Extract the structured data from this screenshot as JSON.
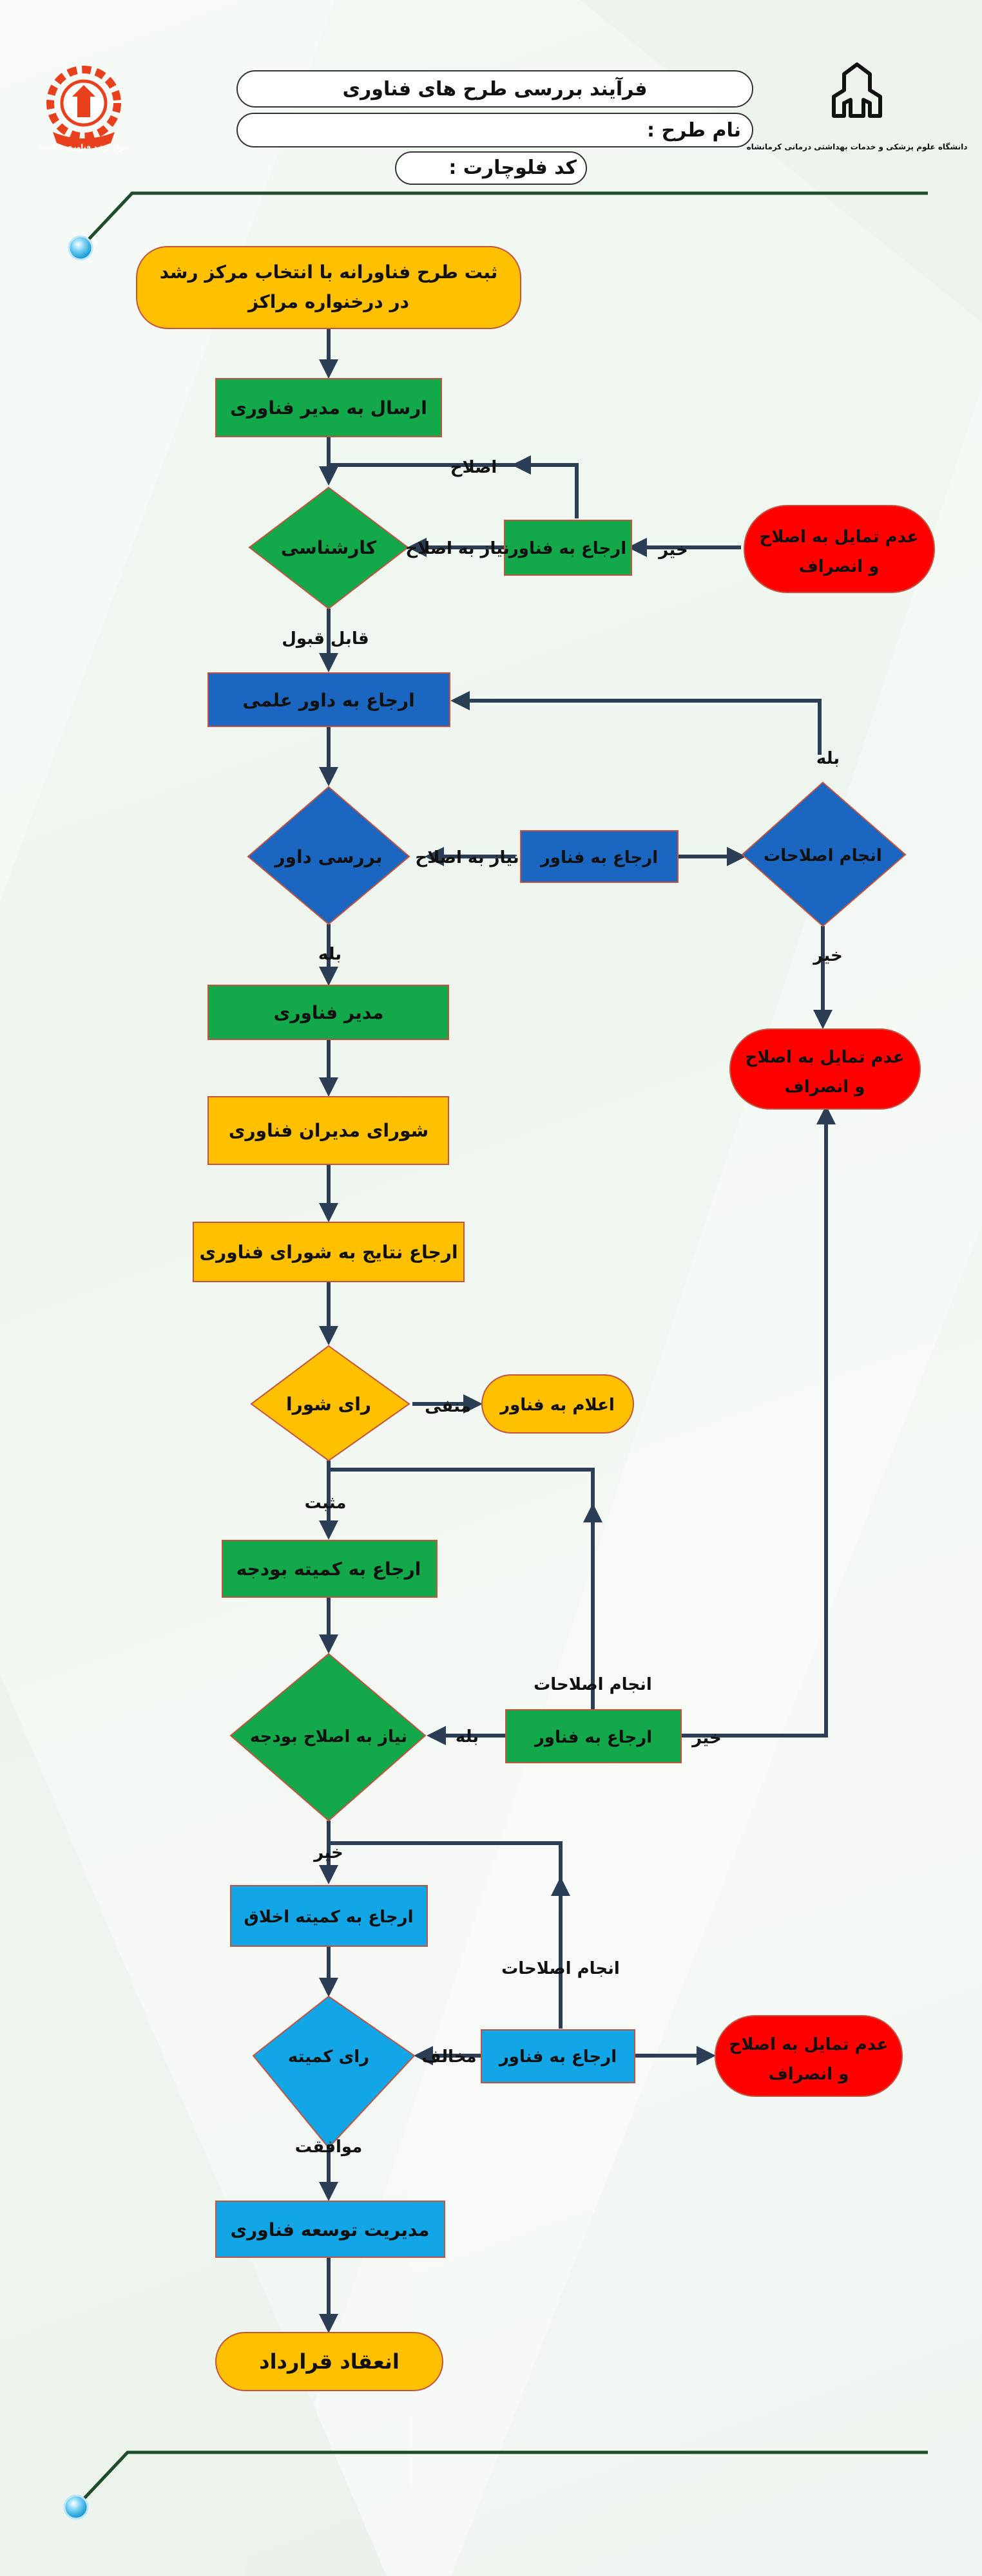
{
  "header": {
    "title": "فرآیند بررسی طرح های فناوری",
    "plan_name_label": "نام طرح :",
    "flowchart_code_label": "کد فلوچارت :",
    "university_name": "دانشگاه علوم پزشکی و خدمات بهداشتی درمانی کرمانشاه",
    "center_logo_text": "مرکز رشد فناوری سلامت"
  },
  "colors": {
    "yellow": "#ffc000",
    "green": "#13a84a",
    "blue": "#1a66c1",
    "cyan": "#12a6e6",
    "red": "#ff0000",
    "connector": "#2b3e55",
    "box_border": "#c1533f"
  },
  "nodes": {
    "start": "ثبت طرح فناورانه با انتخاب مرکز رشد در درخنواره مراکز",
    "send_to_manager": "ارسال به مدیر فناوری",
    "expert_review": "کارشناسی",
    "refer_tech_1": "ارجاع به فناور",
    "decline_1": "عدم تمایل به اصلاح و انصراف",
    "refer_scientific": "ارجاع به داور علمی",
    "referee_review": "بررسی داور",
    "refer_tech_2": "ارجاع به فناور",
    "corrections_done_q": "انجام اصلاحات",
    "decline_2": "عدم تمایل به اصلاح و انصراف",
    "tech_manager": "مدیر فناوری",
    "managers_council": "شورای مدیران فناوری",
    "results_to_council": "ارجاع نتایج به شورای فناوری",
    "council_vote": "رای شورا",
    "notify_tech": "اعلام به فناور",
    "budget_committee": "ارجاع به کمیته بودجه",
    "budget_fix_q": "نیاز به اصلاح بودجه",
    "refer_tech_3": "ارجاع به فناور",
    "ethics_committee": "ارجاع به کمیته اخلاق",
    "committee_vote": "رای کمیته",
    "refer_tech_4": "ارجاع به فناور",
    "decline_3": "عدم تمایل به اصلاح و انصراف",
    "tech_dev_mgmt": "مدیریت توسعه فناوری",
    "contract": "انعقاد قرارداد"
  },
  "edge_labels": {
    "fix": "اصلاح",
    "needs_fix_1": "نیاز به اصلاح",
    "no_1": "خیر",
    "acceptable": "قابل قبول",
    "yes_1": "بله",
    "needs_fix_2": "نیاز به اصلاح",
    "no_2": "خیر",
    "yes_2": "بله",
    "negative": "منفی",
    "positive": "مثبت",
    "corrections_done_1": "انجام اصلاحات",
    "yes_3": "بله",
    "no_3": "خیر",
    "no_4": "خیر",
    "corrections_done_2": "انجام اصلاحات",
    "opposed": "مخالف",
    "approved": "موافقت"
  }
}
